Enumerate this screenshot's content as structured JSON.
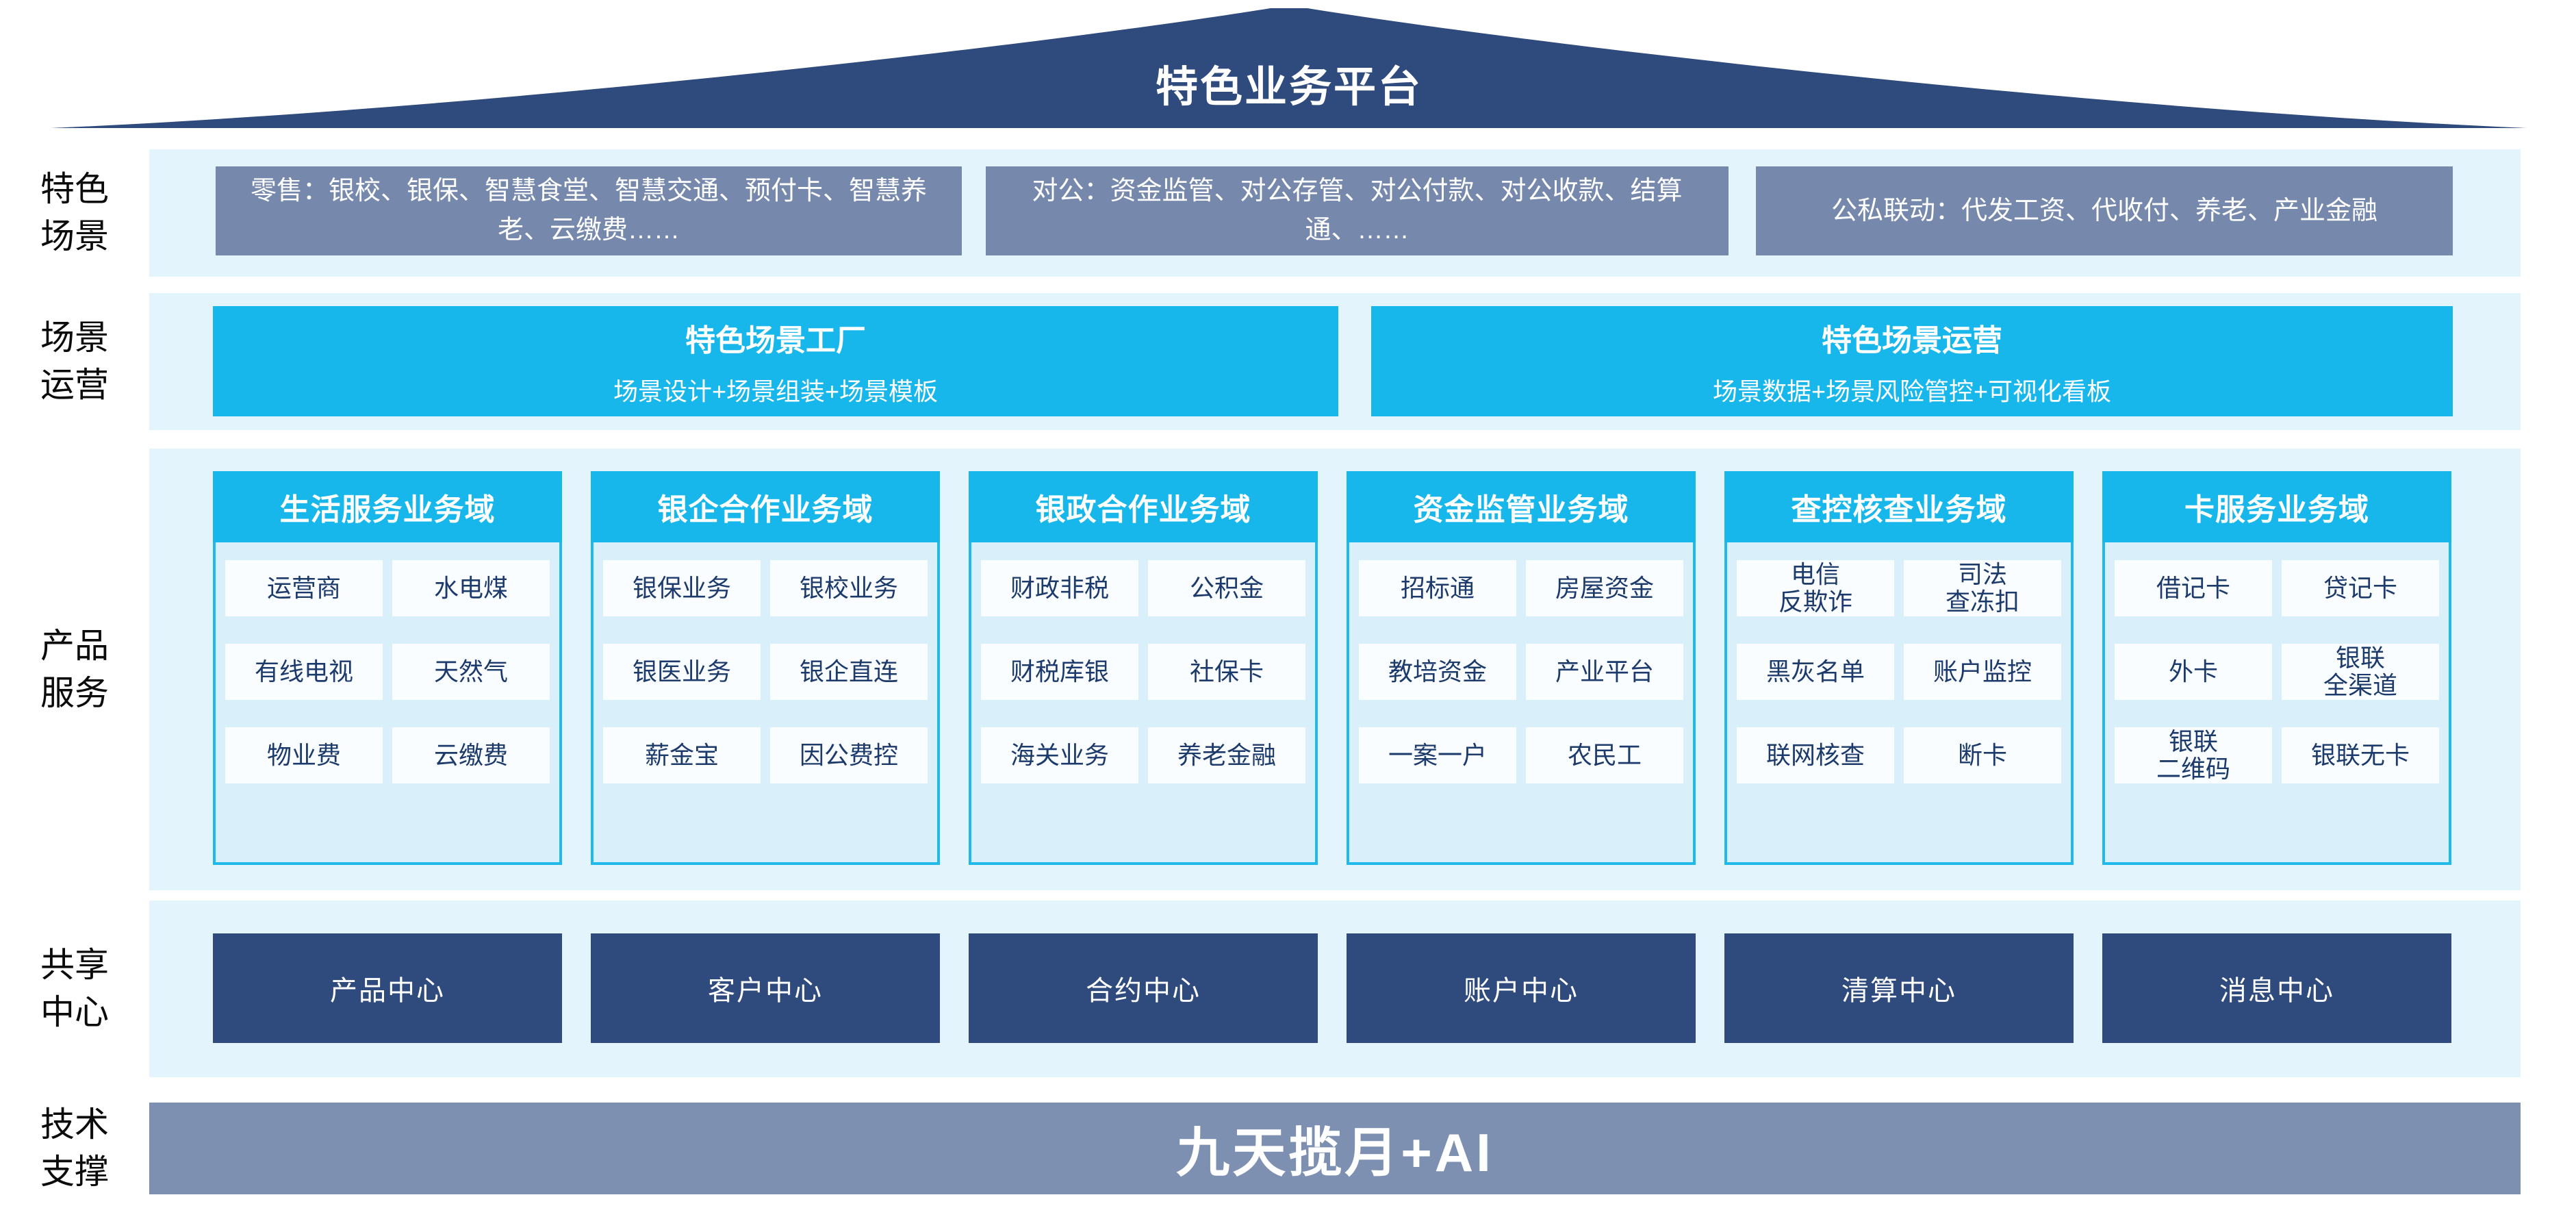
{
  "roof": {
    "title": "特色业务平台"
  },
  "side_labels": {
    "scenes": "特色\n场景",
    "operations": "场景\n运营",
    "products": "产品\n服务",
    "shared": "共享\n中心",
    "tech": "技术\n支撑"
  },
  "scenes": {
    "boxes": [
      "零售：银校、银保、智慧食堂、智慧交通、预付卡、智慧养老、云缴费……",
      "对公：资金监管、对公存管、对公付款、对公收款、结算通、……",
      "公私联动：代发工资、代收付、养老、产业金融"
    ]
  },
  "operations": {
    "boxes": [
      {
        "title": "特色场景工厂",
        "subtitle": "场景设计+场景组装+场景模板"
      },
      {
        "title": "特色场景运营",
        "subtitle": "场景数据+场景风险管控+可视化看板"
      }
    ]
  },
  "products": {
    "columns": [
      {
        "header": "生活服务业务域",
        "cells": [
          "运营商",
          "水电煤",
          "有线电视",
          "天然气",
          "物业费",
          "云缴费"
        ]
      },
      {
        "header": "银企合作业务域",
        "cells": [
          "银保业务",
          "银校业务",
          "银医业务",
          "银企直连",
          "薪金宝",
          "因公费控"
        ]
      },
      {
        "header": "银政合作业务域",
        "cells": [
          "财政非税",
          "公积金",
          "财税库银",
          "社保卡",
          "海关业务",
          "养老金融"
        ]
      },
      {
        "header": "资金监管业务域",
        "cells": [
          "招标通",
          "房屋资金",
          "教培资金",
          "产业平台",
          "一案一户",
          "农民工"
        ]
      },
      {
        "header": "查控核查业务域",
        "cells": [
          "电信\n反欺诈",
          "司法\n查冻扣",
          "黑灰名单",
          "账户监控",
          "联网核查",
          "断卡"
        ]
      },
      {
        "header": "卡服务业务域",
        "cells": [
          "借记卡",
          "贷记卡",
          "外卡",
          "银联\n全渠道",
          "银联\n二维码",
          "银联无卡"
        ]
      }
    ]
  },
  "shared": {
    "boxes": [
      "产品中心",
      "客户中心",
      "合约中心",
      "账户中心",
      "清算中心",
      "消息中心"
    ]
  },
  "tech": {
    "bar": "九天揽月+AI"
  },
  "colors": {
    "roof_navy": "#2f4a7d",
    "scene_gray_blue": "#7689ad",
    "accent_cyan": "#17b7ec",
    "column_border_cyan": "#1fb9ec",
    "band_light_blue": "#e3f4fc",
    "column_body_blue": "#d9effa",
    "cell_white": "#fafdff",
    "cell_text_navy": "#1c3a6b",
    "center_navy": "#2f4a7d",
    "tech_gray_blue": "#7e90b2"
  }
}
